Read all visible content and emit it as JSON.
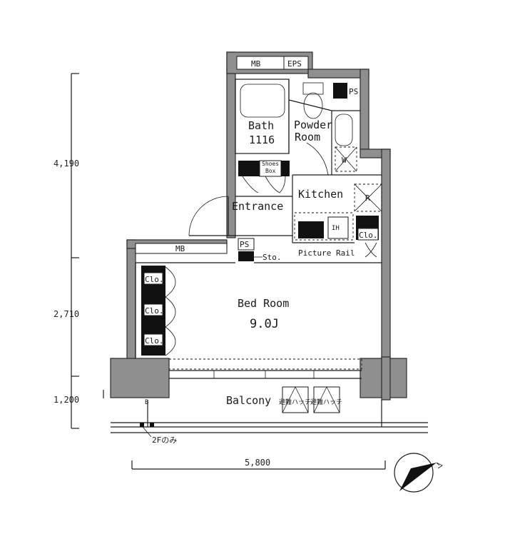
{
  "rooms": {
    "bath": "Bath",
    "bath_size": "1116",
    "powder_line1": "Powder",
    "powder_line2": "Room",
    "kitchen": "Kitchen",
    "entrance": "Entrance",
    "bedroom": "Bed Room",
    "bedroom_size": "9.0J",
    "balcony": "Balcony"
  },
  "labels": {
    "mb_top": "MB",
    "eps": "EPS",
    "ps_top": "PS",
    "shoebox_line1": "Shoes",
    "shoebox_line2": "Box",
    "ps_mid": "PS",
    "sto": "Sto.",
    "mb_left": "MB",
    "cl1": "Clo.",
    "cl2": "Clo.",
    "cl3": "Clo.",
    "cl_right": "Clo.",
    "picture_rail": "Picture Rail",
    "refrigerator": "R",
    "washer": "W",
    "stove": "IH",
    "vent1": "避難ハッチ",
    "vent2": "避難ハッチ",
    "floor_note": "2Fのみ",
    "mark_b": "B"
  },
  "dimensions": {
    "v1": "4,190",
    "v2": "2,710",
    "v3": "1,200",
    "h1": "5,800"
  }
}
